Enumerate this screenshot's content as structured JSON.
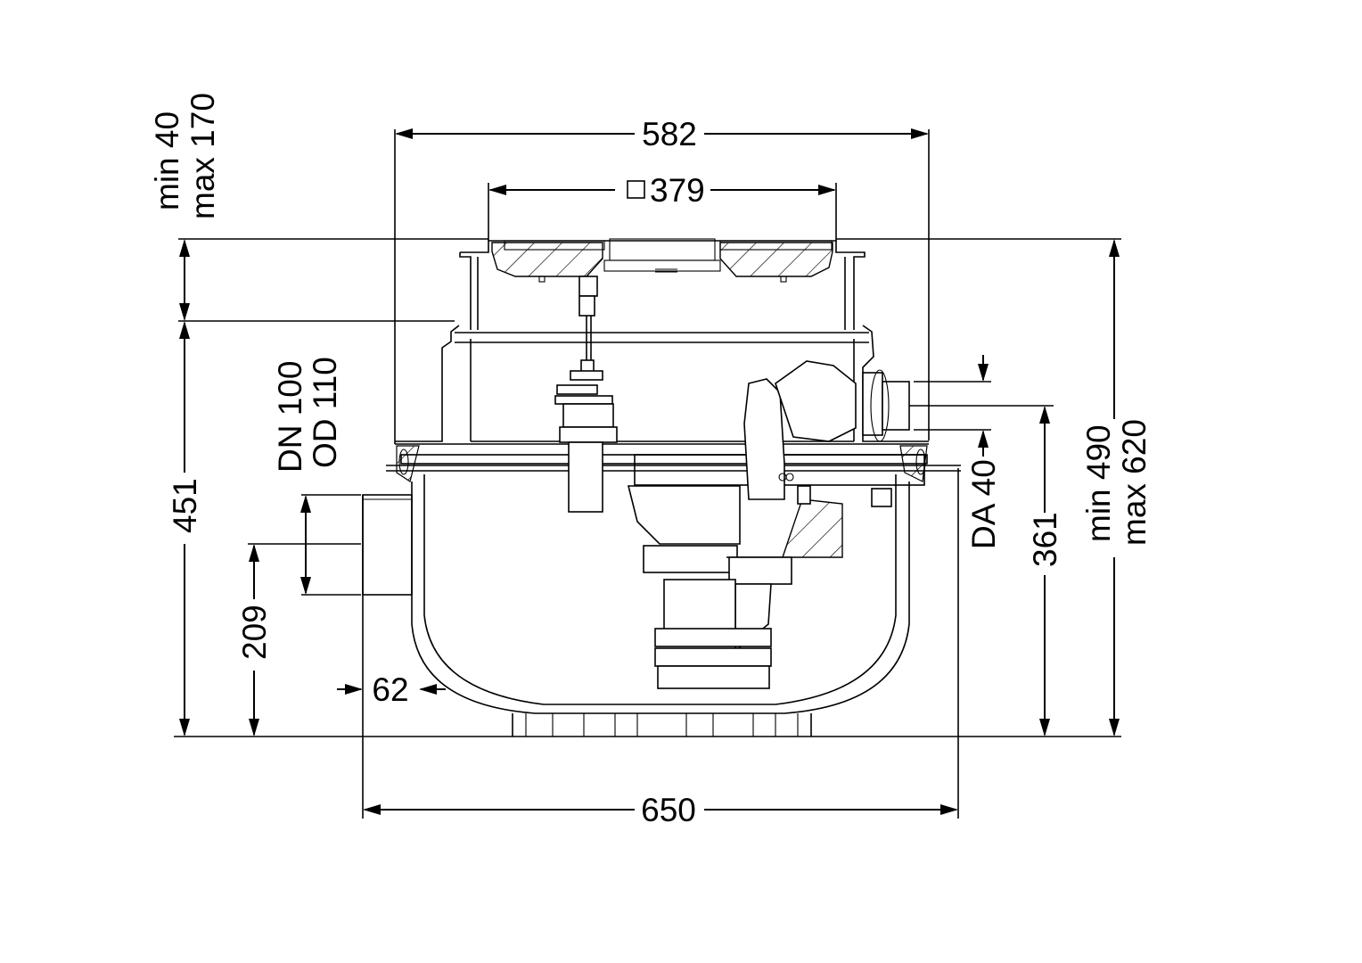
{
  "drawing": {
    "title": "Pump chamber section drawing",
    "colors": {
      "line": "#000000",
      "background": "#ffffff"
    },
    "dimensions": {
      "top_width": "582",
      "cover_size": "379",
      "cover_symbol": "square",
      "bottom_width": "650",
      "total_height": "451",
      "adjust_min": "min 40",
      "adjust_max": "max 170",
      "inlet_height": "209",
      "inlet_dn": "DN 100",
      "inlet_od": "OD 110",
      "wall_offset": "62",
      "outlet_da": "DA 40",
      "outlet_height": "361",
      "overall_min": "min 490",
      "overall_max": "max 620"
    }
  }
}
